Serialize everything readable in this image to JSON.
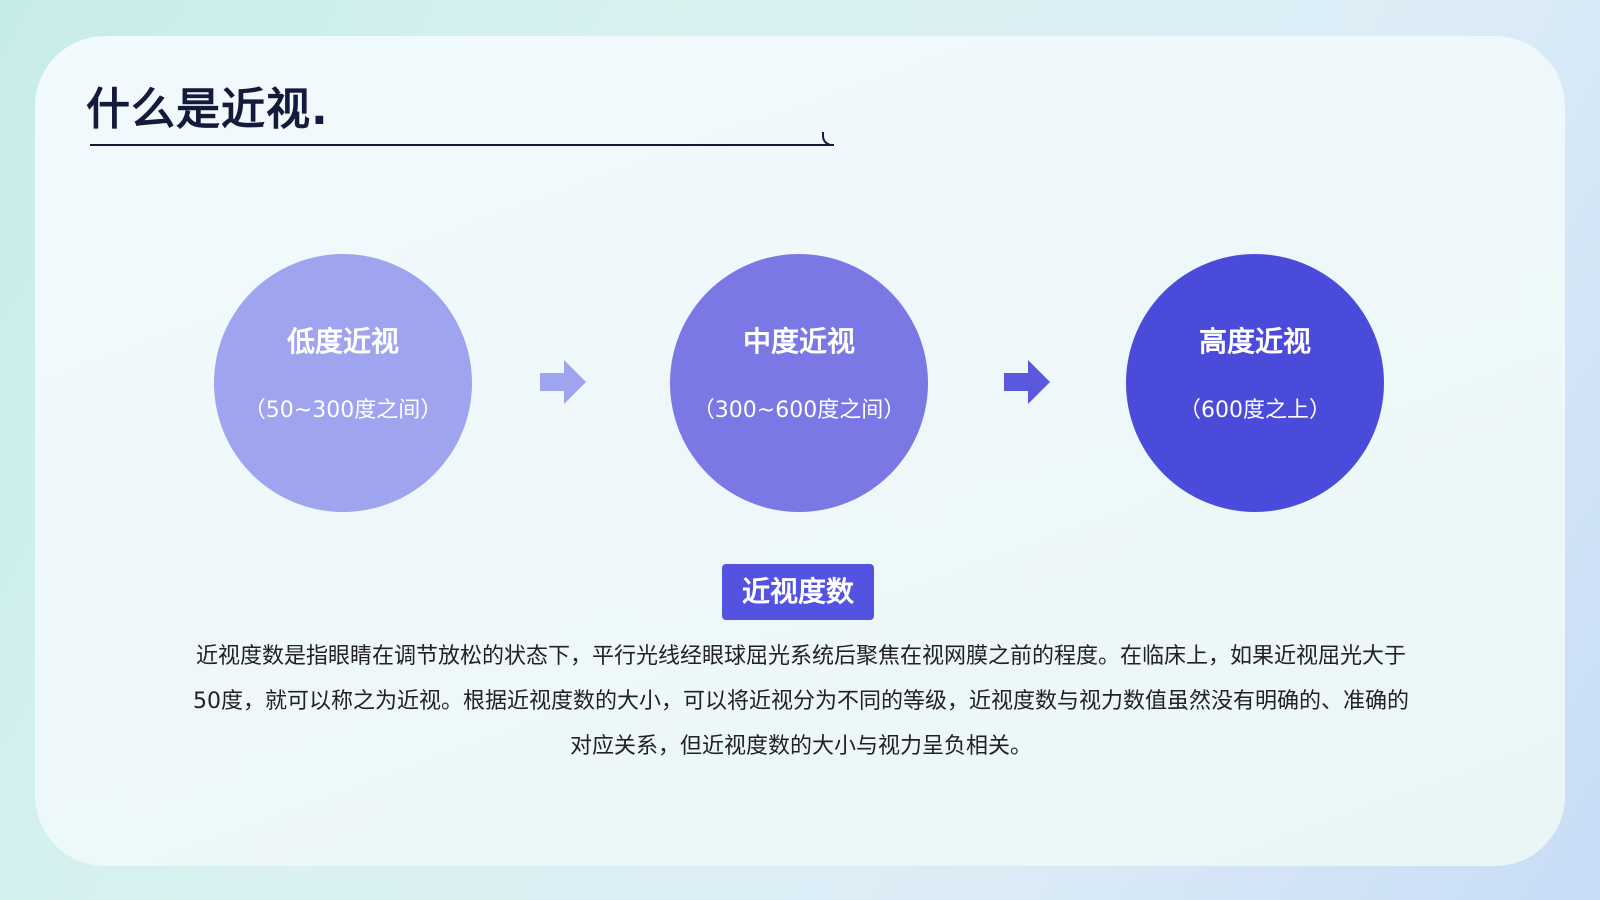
{
  "header": {
    "title": "什么是近视."
  },
  "levels": [
    {
      "title": "低度近视",
      "range": "（50~300度之间）",
      "color": "#9ea4ee"
    },
    {
      "title": "中度近视",
      "range": "（300~600度之间）",
      "color": "#7978e4"
    },
    {
      "title": "高度近视",
      "range": "（600度之上）",
      "color": "#4b4bdb"
    }
  ],
  "arrows": [
    {
      "icon": "arrow-right-icon",
      "color": "#9ea4ee"
    },
    {
      "icon": "arrow-right-icon",
      "color": "#5a59de"
    }
  ],
  "section": {
    "badge": "近视度数",
    "description": "近视度数是指眼睛在调节放松的状态下，平行光线经眼球屈光系统后聚焦在视网膜之前的程度。在临床上，如果近视屈光大于50度，就可以称之为近视。根据近视度数的大小，可以将近视分为不同的等级，近视度数与视力数值虽然没有明确的、准确的对应关系，但近视度数的大小与视力呈负相关。"
  }
}
